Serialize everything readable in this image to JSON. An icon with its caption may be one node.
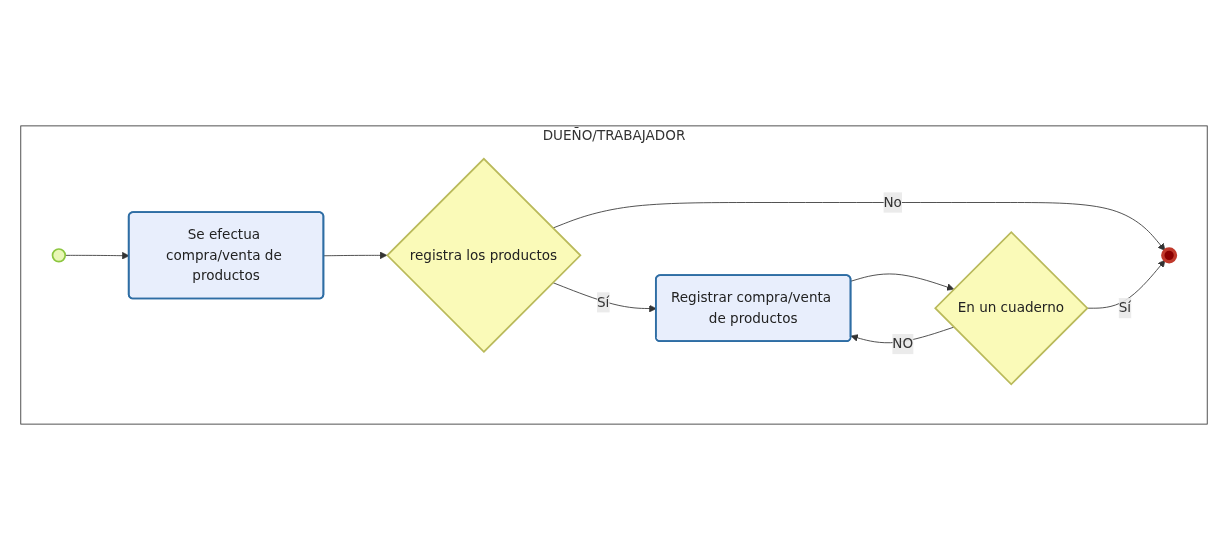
{
  "diagram": {
    "nodes": [
      {
        "text": [
          "DUEÑO/TRABAJADOR"
        ]
      },
      {
        "text": [],
        "shape": "circle",
        "in": 0
      },
      {
        "text": [
          "Se efectua compra/venta de productos"
        ],
        "in": 0
      },
      {
        "text": [
          "registra los productos"
        ],
        "in": 0
      },
      {
        "text": [
          "Registrar compra/venta de productos"
        ],
        "in": 0
      },
      {
        "text": [
          "En un cuaderno"
        ],
        "in": 0
      },
      {
        "text": [],
        "shape": "circle",
        "in": 0
      }
    ],
    "edges": [
      {
        "from": 1,
        "to": 2,
        "arrow": "to"
      },
      {
        "from": 2,
        "to": 3,
        "arrow": "to"
      },
      {
        "from": 3,
        "to": 6,
        "arrow": "to",
        "label": "No"
      },
      {
        "from": 3,
        "to": 4,
        "arrow": "to",
        "label": "Sí"
      },
      {
        "from": 4,
        "to": 5,
        "arrow": "to"
      },
      {
        "from": 5,
        "to": 4,
        "arrow": "to",
        "label": "NO"
      },
      {
        "from": 5,
        "to": 6,
        "arrow": "to",
        "label": "Sí"
      }
    ]
  }
}
